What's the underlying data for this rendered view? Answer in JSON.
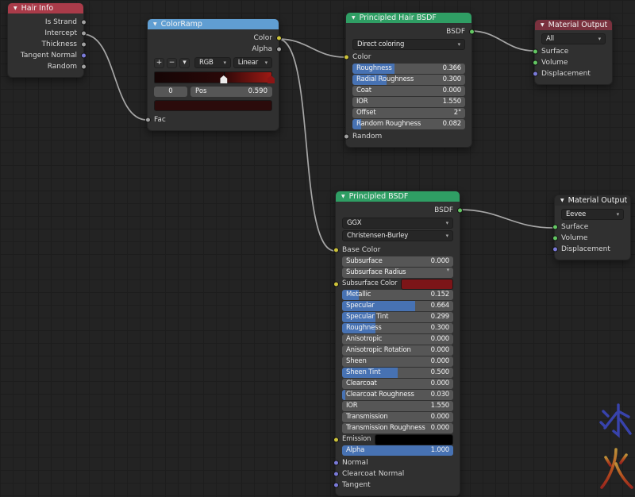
{
  "nodes": {
    "hair_info": {
      "title": "Hair Info",
      "outputs": [
        {
          "label": "Is Strand"
        },
        {
          "label": "Intercept"
        },
        {
          "label": "Thickness"
        },
        {
          "label": "Tangent Normal"
        },
        {
          "label": "Random"
        }
      ]
    },
    "color_ramp": {
      "title": "ColorRamp",
      "outputs": [
        {
          "label": "Color"
        },
        {
          "label": "Alpha"
        }
      ],
      "add_label": "+",
      "remove_label": "−",
      "menu_label": "▾",
      "color_mode": "RGB",
      "interpolation": "Linear",
      "index_value": "0",
      "pos_label": "Pos",
      "pos_value": "0.590",
      "fac_label": "Fac",
      "selected_stop_color": "#2b0b0b",
      "end_stop_color": "#9e1a14"
    },
    "principled_hair": {
      "title": "Principled Hair BSDF",
      "output_label": "BSDF",
      "parametrization": "Direct coloring",
      "color_label": "Color",
      "random_label": "Random",
      "sliders": [
        {
          "label": "Roughness",
          "value": "0.366",
          "fill": 37
        },
        {
          "label": "Radial Roughness",
          "value": "0.300",
          "fill": 30
        },
        {
          "label": "Coat",
          "value": "0.000",
          "fill": 0
        },
        {
          "label": "IOR",
          "value": "1.550",
          "fill": 0
        },
        {
          "label": "Offset",
          "value": "2°",
          "fill": 0
        },
        {
          "label": "Random Roughness",
          "value": "0.082",
          "fill": 8
        }
      ]
    },
    "material_output_1": {
      "title": "Material Output",
      "target": "All",
      "inputs": [
        {
          "label": "Surface"
        },
        {
          "label": "Volume"
        },
        {
          "label": "Displacement"
        }
      ]
    },
    "principled": {
      "title": "Principled BSDF",
      "output_label": "BSDF",
      "distribution": "GGX",
      "subsurface_method": "Christensen-Burley",
      "base_color_label": "Base Color",
      "subsurface_radius_label": "Subsurface Radius",
      "subsurface_color_label": "Subsurface Color",
      "subsurface_color": "#7c1518",
      "emission_label": "Emission",
      "emission_color": "#000000",
      "normal_label": "Normal",
      "clearcoat_normal_label": "Clearcoat Normal",
      "tangent_label": "Tangent",
      "sliders": [
        {
          "label": "Subsurface",
          "value": "0.000",
          "fill": 0
        },
        {
          "label": "Metallic",
          "value": "0.152",
          "fill": 15
        },
        {
          "label": "Specular",
          "value": "0.664",
          "fill": 66
        },
        {
          "label": "Specular Tint",
          "value": "0.299",
          "fill": 30
        },
        {
          "label": "Roughness",
          "value": "0.300",
          "fill": 30
        },
        {
          "label": "Anisotropic",
          "value": "0.000",
          "fill": 0
        },
        {
          "label": "Anisotropic Rotation",
          "value": "0.000",
          "fill": 0
        },
        {
          "label": "Sheen",
          "value": "0.000",
          "fill": 0
        },
        {
          "label": "Sheen Tint",
          "value": "0.500",
          "fill": 50
        },
        {
          "label": "Clearcoat",
          "value": "0.000",
          "fill": 0
        },
        {
          "label": "Clearcoat Roughness",
          "value": "0.030",
          "fill": 3
        },
        {
          "label": "IOR",
          "value": "1.550",
          "fill": 0
        },
        {
          "label": "Transmission",
          "value": "0.000",
          "fill": 0
        },
        {
          "label": "Transmission Roughness",
          "value": "0.000",
          "fill": 0
        },
        {
          "label": "Alpha",
          "value": "1.000",
          "fill": 100
        }
      ]
    },
    "material_output_2": {
      "title": "Material Output",
      "target": "Eevee",
      "inputs": [
        {
          "label": "Surface"
        },
        {
          "label": "Volume"
        },
        {
          "label": "Displacement"
        }
      ]
    }
  },
  "colors": {
    "header_hair_info": "#a93b49",
    "header_color_ramp": "#609ed2",
    "header_shader_green": "#2f9e64",
    "header_output_active": "#7a313e",
    "header_output_inactive": "#2b2b2b",
    "socket_gray": "#a1a1a1",
    "socket_color_yellow": "#ccc23a",
    "socket_shader_green": "#63c763",
    "socket_vector_purple": "#7a7ad9",
    "slider_fill_blue": "#4772b3"
  },
  "watermark": {
    "top_char": "冰",
    "bottom_char": "火"
  }
}
